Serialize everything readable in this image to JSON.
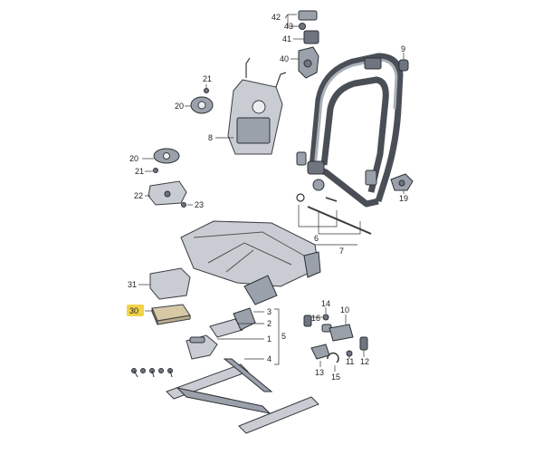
{
  "callouts": {
    "c1": "1",
    "c2": "2",
    "c3": "3",
    "c4": "4",
    "c5": "5",
    "c6": "6",
    "c7": "7",
    "c8": "8",
    "c9": "9",
    "c10": "10",
    "c11": "11",
    "c12": "12",
    "c13": "13",
    "c14": "14",
    "c15": "15",
    "c16": "16",
    "c19": "19",
    "c20a": "20",
    "c20b": "20",
    "c21a": "21",
    "c21b": "21",
    "c22": "22",
    "c23": "23",
    "c30": "30",
    "c31": "31",
    "c40": "40",
    "c41": "41",
    "c42": "42",
    "c43": "43"
  },
  "colors": {
    "highlight": "#f2d24a",
    "part_fill": "#c9cdd3",
    "part_dark": "#6e7580"
  }
}
